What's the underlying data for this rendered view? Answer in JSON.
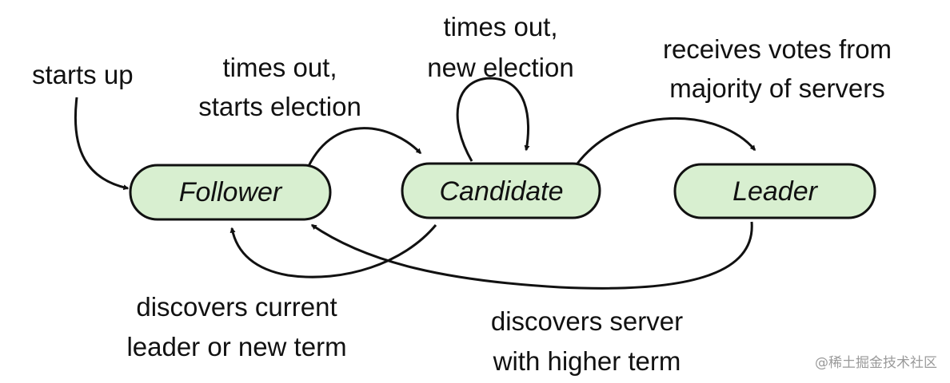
{
  "states": {
    "follower": "Follower",
    "candidate": "Candidate",
    "leader": "Leader"
  },
  "labels": {
    "starts_up": "starts up",
    "timeout_start_1": "times out,",
    "timeout_start_2": "starts election",
    "timeout_new_1": "times out,",
    "timeout_new_2": "new election",
    "votes_1": "receives votes from",
    "votes_2": "majority of servers",
    "discovers_leader_1": "discovers current",
    "discovers_leader_2": "leader or new term",
    "discovers_server_1": "discovers server",
    "discovers_server_2": "with higher term"
  },
  "watermark": "@稀土掘金技术社区",
  "colors": {
    "state_fill": "#d8efd0",
    "stroke": "#111111"
  }
}
